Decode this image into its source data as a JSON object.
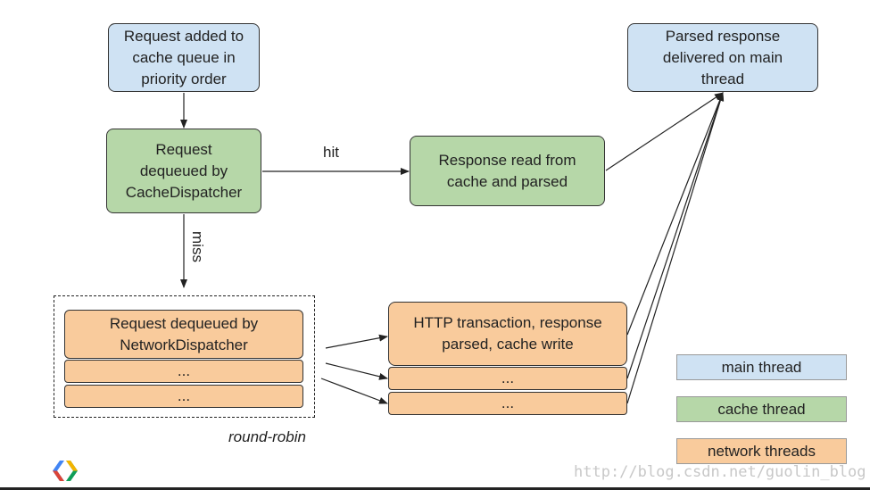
{
  "nodes": {
    "request_added": "Request added to\ncache queue in\npriority order",
    "cache_dispatcher": "Request\ndequeued by\nCacheDispatcher",
    "response_read": "Response read from\ncache and parsed",
    "parsed_response": "Parsed response\ndelivered on main\nthread",
    "network_dispatcher": "Request dequeued by\nNetworkDispatcher",
    "network_ellipsis_1": "...",
    "network_ellipsis_2": "...",
    "http_transaction": "HTTP transaction, response\nparsed, cache write",
    "http_ellipsis_1": "...",
    "http_ellipsis_2": "..."
  },
  "edge_labels": {
    "hit": "hit",
    "miss": "miss",
    "round_robin": "round-robin"
  },
  "legend": {
    "main_thread": "main thread",
    "cache_thread": "cache thread",
    "network_threads": "network threads"
  },
  "colors": {
    "main_thread": "#cfe2f3",
    "cache_thread": "#b6d7a8",
    "network_threads": "#f9cb9c"
  },
  "watermark": "http://blog.csdn.net/guolin_blog",
  "logo": "google-developers-logo"
}
